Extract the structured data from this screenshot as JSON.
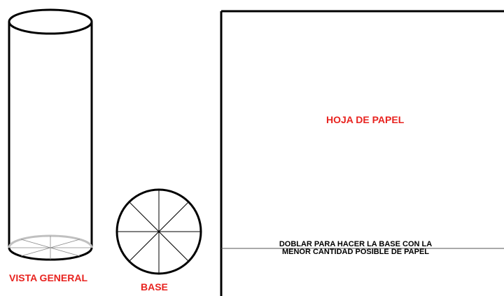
{
  "labels": {
    "vista_general": "VISTA GENERAL",
    "base": "BASE",
    "hoja_de_papel": "HOJA DE PAPEL",
    "instruction_line1": "DOBLAR PARA HACER LA BASE CON LA",
    "instruction_line2": "MENOR CANTIDAD POSIBLE DE PAPEL"
  },
  "colors": {
    "label_red": "#e8231f",
    "outline": "#000000",
    "hidden_edge_gray": "#c0c0c0",
    "fold_line": "#555555"
  }
}
